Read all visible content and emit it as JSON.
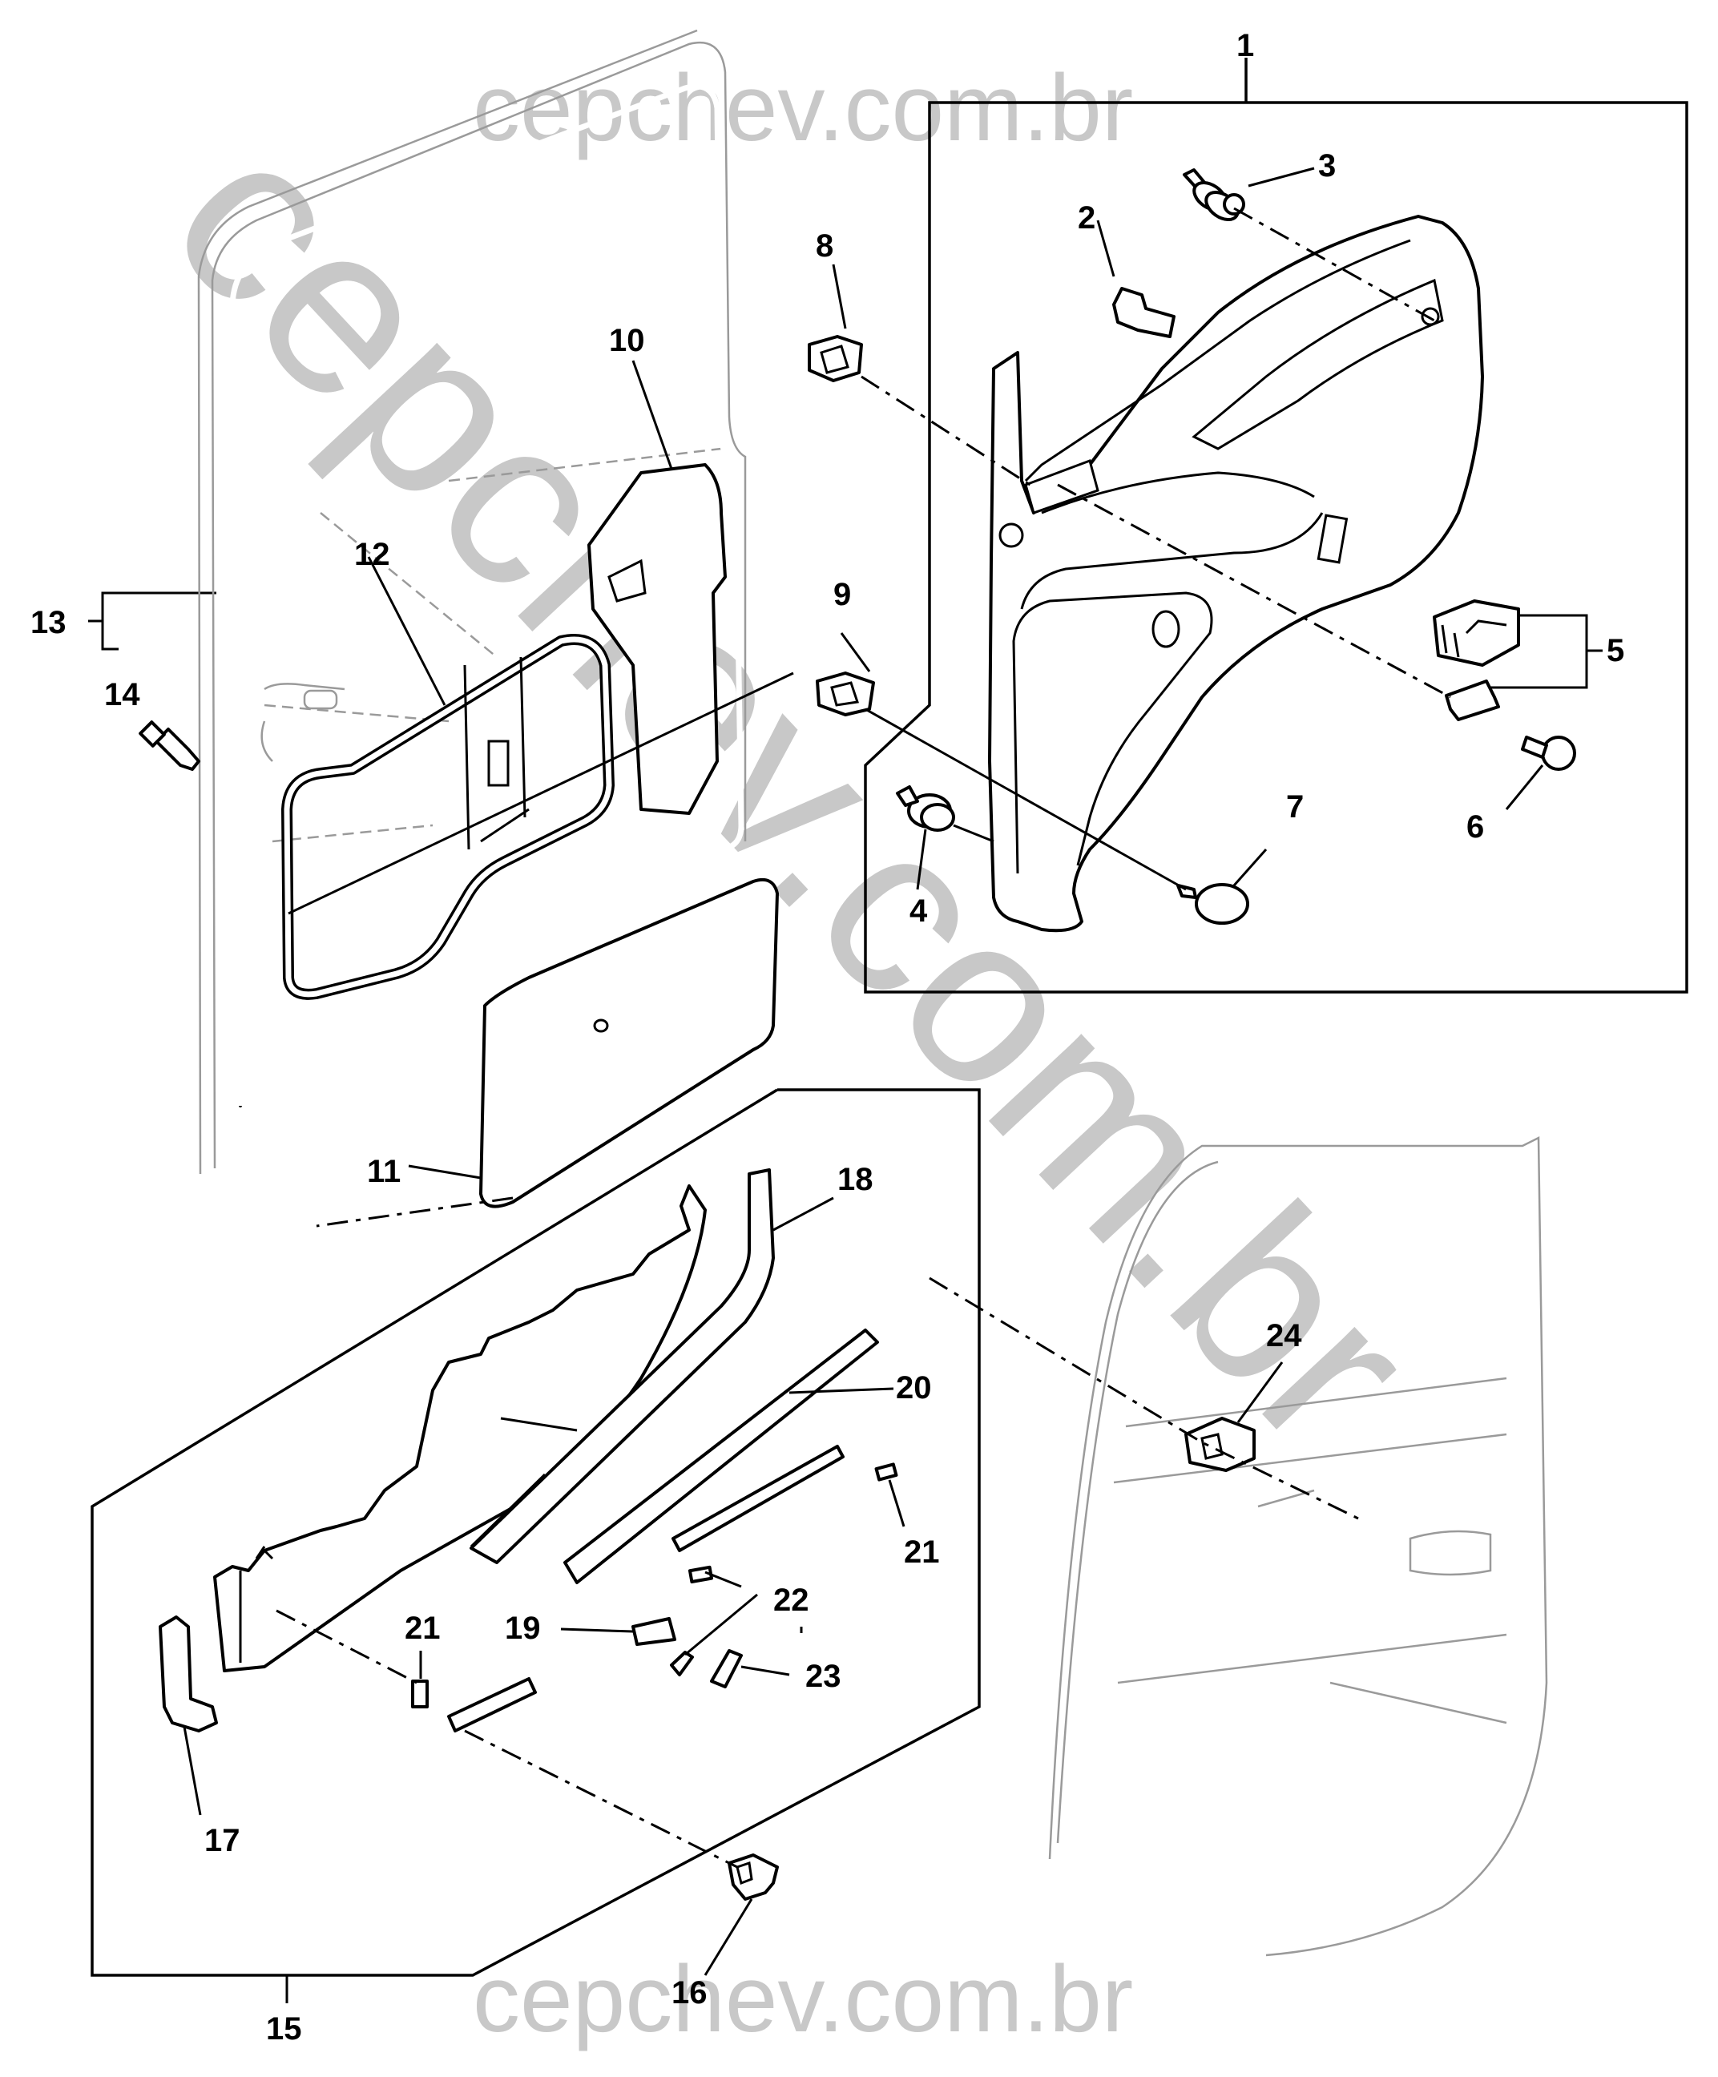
{
  "watermark": {
    "top": "cepchev.com.br",
    "bottom": "cepchev.com.br",
    "diagonal": "cepchev.com.br"
  },
  "callouts": {
    "c1": "1",
    "c2": "2",
    "c3": "3",
    "c4": "4",
    "c5": "5",
    "c6": "6",
    "c7": "7",
    "c8": "8",
    "c9": "9",
    "c10": "10",
    "c11": "11",
    "c12": "12",
    "c13": "13",
    "c14": "14",
    "c15": "15",
    "c16": "16",
    "c17": "17",
    "c18": "18",
    "c19": "19",
    "c20": "20",
    "c21a": "21",
    "c21b": "21",
    "c22": "22",
    "c23": "23",
    "c24": "24"
  }
}
